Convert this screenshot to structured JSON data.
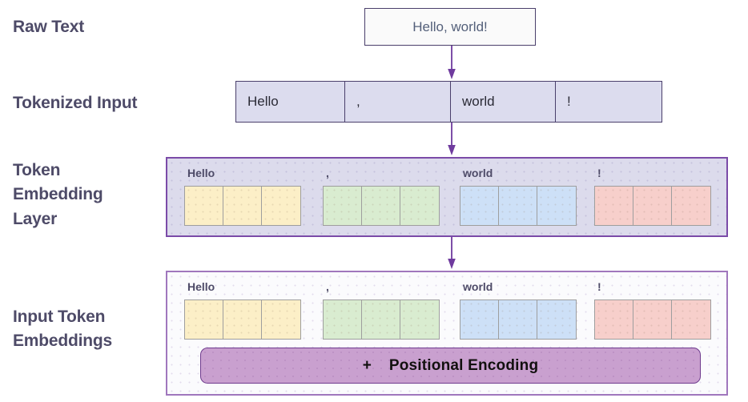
{
  "labels": {
    "raw_text": "Raw Text",
    "tokenized_input": "Tokenized Input",
    "token_embedding_layer": "Token\nEmbedding\nLayer",
    "input_token_embeddings": "Input Token\nEmbeddings"
  },
  "raw_text": {
    "value": "Hello, world!"
  },
  "tokenized_input": {
    "tokens": [
      "Hello",
      ",",
      "world",
      "!"
    ]
  },
  "token_embedding_layer": {
    "groups": [
      {
        "token": "Hello",
        "color": "#fcefc7",
        "cells": 3
      },
      {
        "token": ",",
        "color": "#d9ecd0",
        "cells": 3
      },
      {
        "token": "world",
        "color": "#cde0f7",
        "cells": 3
      },
      {
        "token": "!",
        "color": "#f7cfcb",
        "cells": 3
      }
    ]
  },
  "input_token_embeddings": {
    "groups": [
      {
        "token": "Hello",
        "color": "#fcefc7",
        "cells": 3
      },
      {
        "token": ",",
        "color": "#d9ecd0",
        "cells": 3
      },
      {
        "token": "world",
        "color": "#cde0f7",
        "cells": 3
      },
      {
        "token": "!",
        "color": "#f7cfcb",
        "cells": 3
      }
    ],
    "positional_encoding": {
      "plus": "+",
      "label": "Positional Encoding"
    }
  },
  "colors": {
    "label_text": "#4e4b68",
    "arrow": "#6f3b9e",
    "token_row_fill": "#dcdcee",
    "token_embedding_box_fill": "#dcdbec",
    "input_embeddings_box_fill": "#fbfbfd",
    "positional_encoding_fill": "#c9a0cf",
    "box_border": "#7b4ba8"
  },
  "icons": {
    "arrow_down": "arrow-down-icon"
  }
}
